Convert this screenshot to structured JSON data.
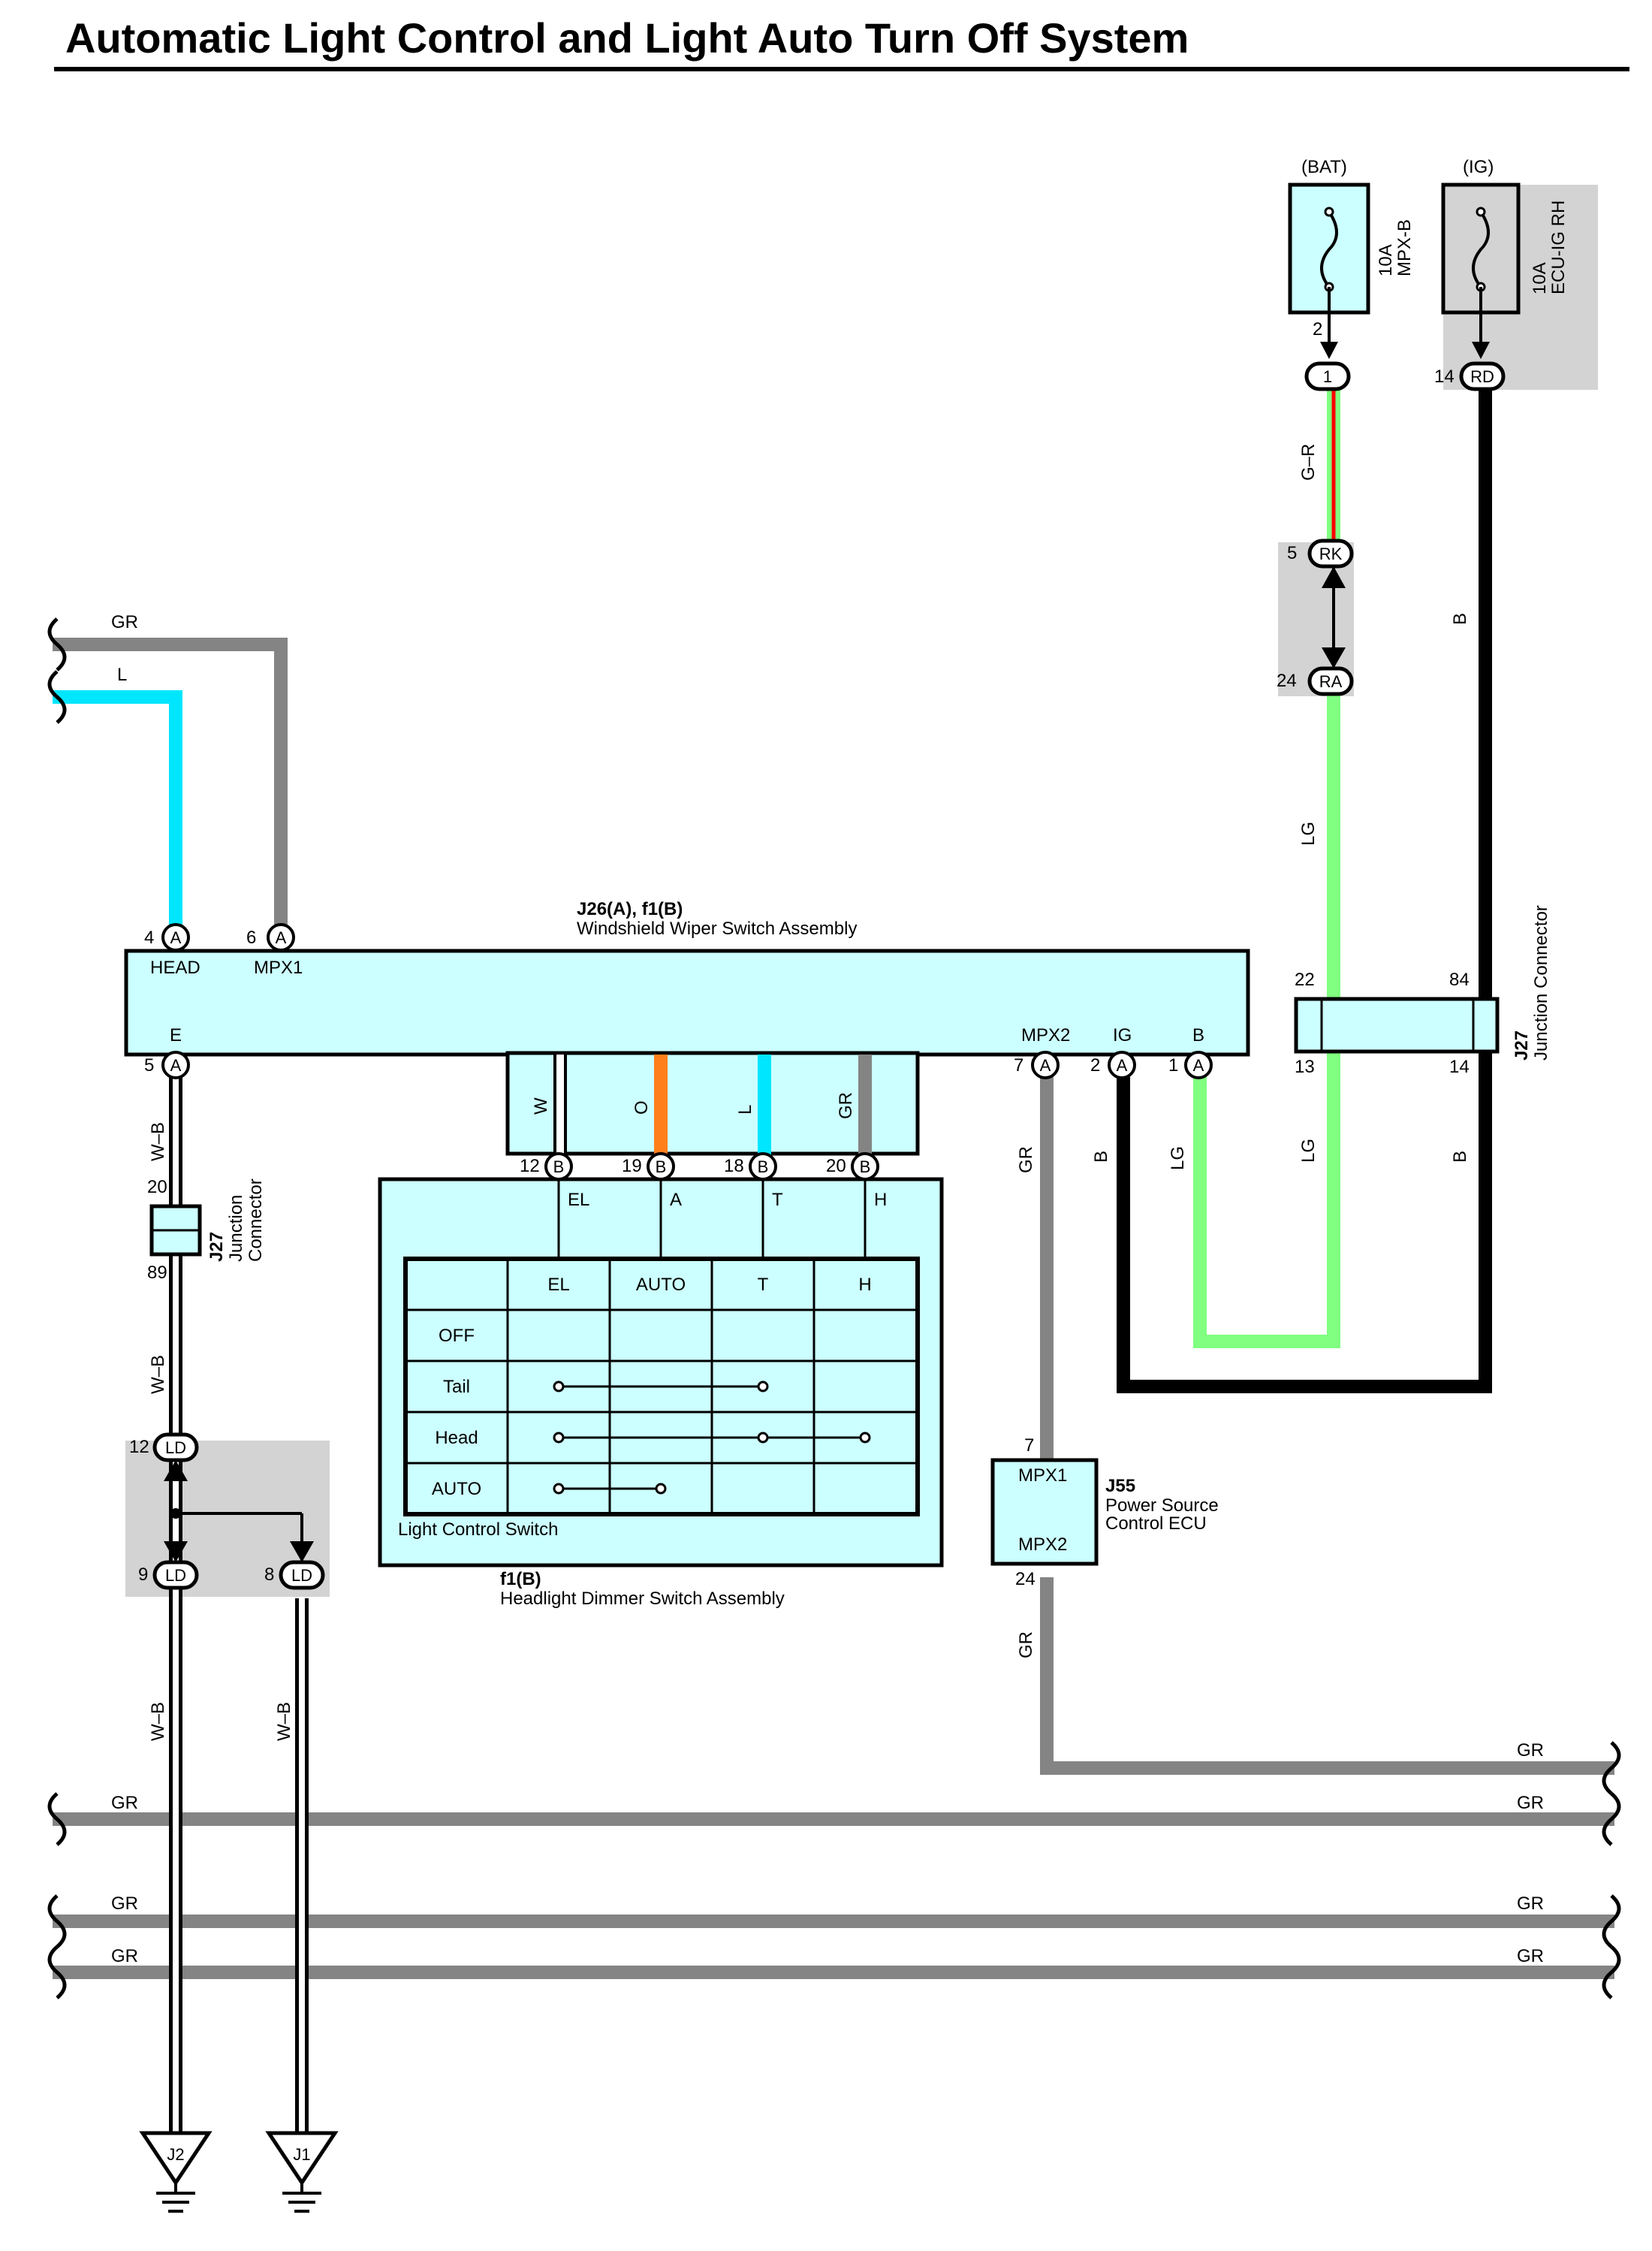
{
  "title": "Automatic Light Control and Light Auto Turn Off System",
  "colors": {
    "wire_gray": "#848484",
    "wire_cyan": "#00e6ff",
    "wire_lightgreen": "#80ff80",
    "wire_black": "#000000",
    "wire_orange": "#ff7f1a",
    "wire_red": "#ff0000",
    "component_fill": "#ccffff",
    "shaded_area": "#d3d3d3"
  },
  "fuses": {
    "bat": {
      "source": "(BAT)",
      "rating": "10A",
      "name": "MPX-B",
      "pin": "2",
      "conn_pin": "1"
    },
    "ig": {
      "source": "(IG)",
      "rating": "10A",
      "name": "ECU-IG RH",
      "conn_pin": "14",
      "conn_code": "RD"
    }
  },
  "connectors": {
    "rk": {
      "pin": "5",
      "code": "RK"
    },
    "ra": {
      "pin": "24",
      "code": "RA"
    },
    "ld12": {
      "pin": "12",
      "code": "LD"
    },
    "ld9": {
      "pin": "9",
      "code": "LD"
    },
    "ld8": {
      "pin": "8",
      "code": "LD"
    }
  },
  "wiper_switch": {
    "ref": "J26(A), f1(B)",
    "name": "Windshield Wiper Switch Assembly",
    "top_pins": [
      {
        "num": "4",
        "code": "A",
        "term": "HEAD"
      },
      {
        "num": "6",
        "code": "A",
        "term": "MPX1"
      }
    ],
    "bottom_pins": [
      {
        "num": "5",
        "code": "A",
        "term": "E"
      },
      {
        "num": "7",
        "code": "A",
        "term": "MPX2"
      },
      {
        "num": "2",
        "code": "A",
        "term": "IG"
      },
      {
        "num": "1",
        "code": "A",
        "term": "B"
      }
    ]
  },
  "j27_right": {
    "ref": "J27",
    "name": "Junction Connector",
    "pins": [
      "22",
      "84",
      "13",
      "14"
    ]
  },
  "j27_left": {
    "ref": "J27",
    "name1": "Junction",
    "name2": "Connector",
    "pins": [
      "20",
      "89"
    ]
  },
  "inner_wires": [
    "W",
    "O",
    "L",
    "GR"
  ],
  "dimmer_pins": [
    {
      "num": "12",
      "code": "B",
      "term": "EL"
    },
    {
      "num": "19",
      "code": "B",
      "term": "A"
    },
    {
      "num": "18",
      "code": "B",
      "term": "T"
    },
    {
      "num": "20",
      "code": "B",
      "term": "H"
    }
  ],
  "light_control_switch": {
    "label": "Light Control Switch",
    "ref": "f1(B)",
    "name": "Headlight Dimmer Switch Assembly",
    "columns": [
      "EL",
      "AUTO",
      "T",
      "H"
    ],
    "rows": [
      "OFF",
      "Tail",
      "Head",
      "AUTO"
    ]
  },
  "ecu": {
    "ref": "J55",
    "name1": "Power Source",
    "name2": "Control ECU",
    "term_top": "MPX1",
    "term_bottom": "MPX2",
    "pin_top": "7",
    "pin_bottom": "24"
  },
  "wire_labels": {
    "g_r": "G–R",
    "b": "B",
    "lg": "LG",
    "gr": "GR",
    "l": "L",
    "w_b": "W–B"
  },
  "grounds": [
    "J2",
    "J1"
  ]
}
